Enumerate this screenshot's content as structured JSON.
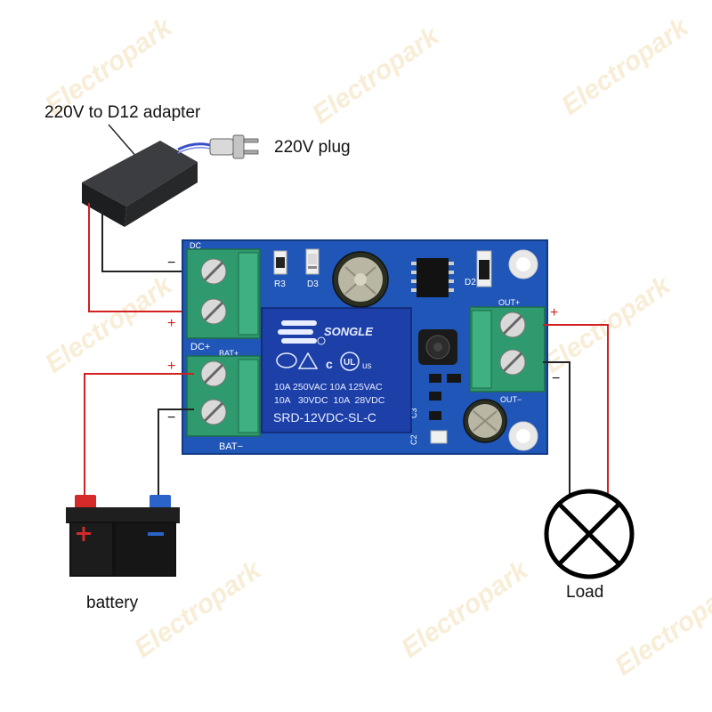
{
  "labels": {
    "adapter": "220V to D12 adapter",
    "plug": "220V plug",
    "battery": "battery",
    "load": "Load",
    "plus": "+",
    "minus": "−"
  },
  "pcb": {
    "dc_plus": "DC+",
    "bat_minus": "BAT−",
    "bat_plus": "BAT+",
    "out_plus": "OUT+",
    "out_minus": "OUT−",
    "r3": "R3",
    "d3": "D3",
    "d2": "D2",
    "c3": "C3",
    "c2": "C2",
    "dc_minus": "DC"
  },
  "relay": {
    "brand": "SONGLE",
    "rating_1": "10A 250VAC  10A 125VAC",
    "rating_2": "10A   30VDC  10A  28VDC",
    "model": "SRD-12VDC-SL-C"
  },
  "watermark": "Electropark",
  "colors": {
    "wire_positive": "#d21f1f",
    "wire_negative": "#222222",
    "pcb_blue": "#1f56b8",
    "terminal_green": "#2f9a6e",
    "relay_blue": "#1d3fa8",
    "battery_body": "#111111",
    "battery_plus_terminal": "#d42a2a",
    "battery_minus_terminal": "#2a64c8"
  }
}
